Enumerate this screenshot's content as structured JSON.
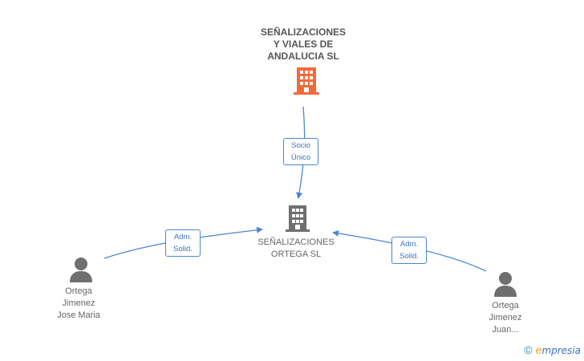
{
  "nodes": {
    "parent": {
      "label": "SEÑALIZACIONES\nY VIALES DE\nANDALUCIA SL",
      "icon": "building-icon",
      "color": "#f26a3a"
    },
    "main": {
      "label": "SEÑALIZACIONES\nORTEGA SL",
      "icon": "building-icon",
      "color": "#6f6f6f"
    },
    "person_left": {
      "label": "Ortega\nJimenez\nJose Maria",
      "icon": "person-icon",
      "color": "#6f6f6f"
    },
    "person_right": {
      "label": "Ortega\nJimenez\nJuan...",
      "icon": "person-icon",
      "color": "#6f6f6f"
    }
  },
  "edges": {
    "top": {
      "label": "Socio\nÚnico"
    },
    "left": {
      "label": "Adm.\nSolid."
    },
    "right": {
      "label": "Adm.\nSolid."
    }
  },
  "footer": {
    "copyright": "©",
    "brand_initial": "e",
    "brand_rest": "mpresia"
  },
  "colors": {
    "edge": "#4a86d4"
  }
}
